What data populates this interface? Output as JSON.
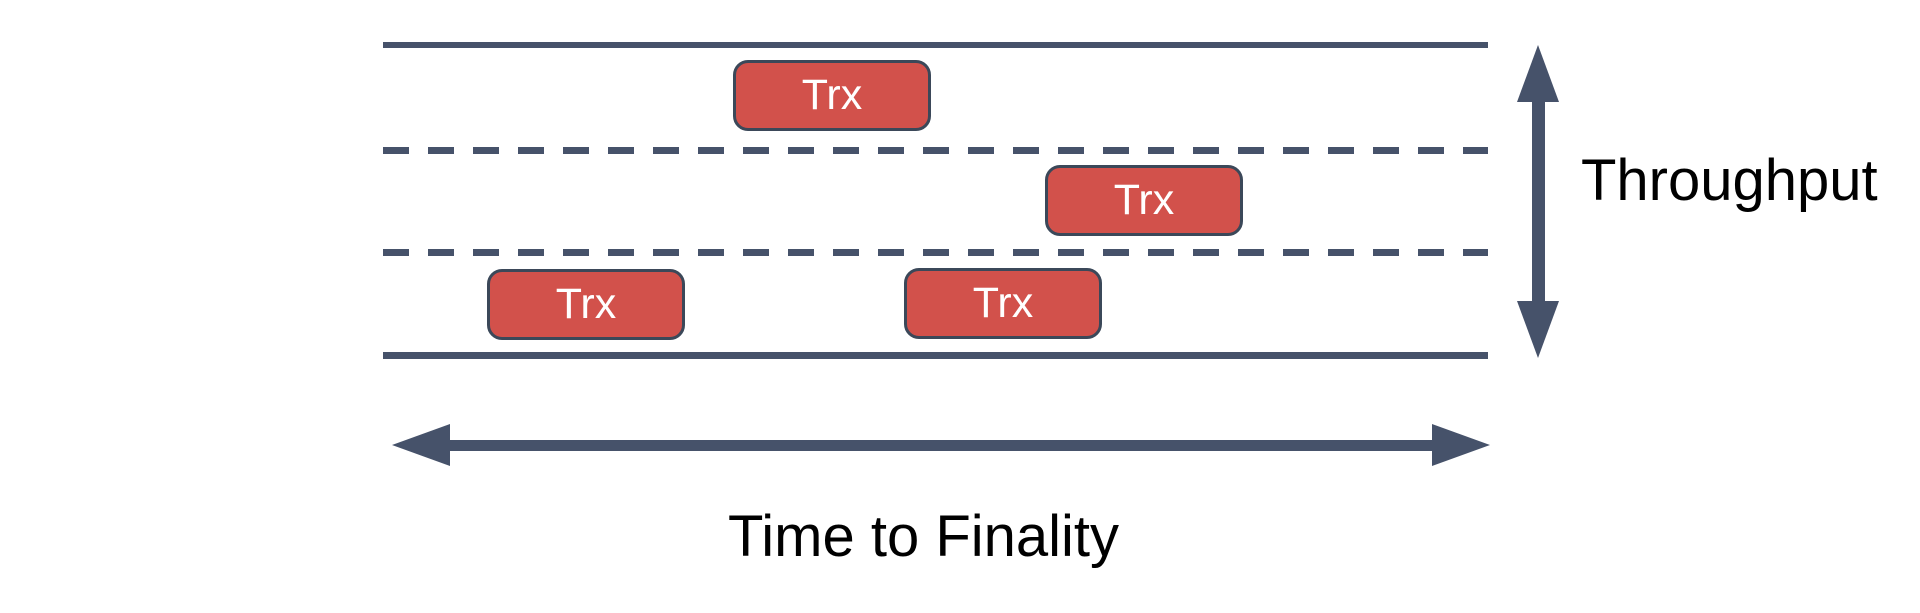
{
  "diagram": {
    "transactions": [
      {
        "label": "Trx"
      },
      {
        "label": "Trx"
      },
      {
        "label": "Trx"
      },
      {
        "label": "Trx"
      }
    ],
    "axes": {
      "vertical_label": "Throughput",
      "horizontal_label": "Time to Finality"
    },
    "lane_count": 3,
    "colors": {
      "line_slate": "#46526A",
      "trx_fill": "#D2514B",
      "trx_border": "#3B4859",
      "trx_text": "#FFFFFF",
      "axis_label_text": "#000000",
      "background": "#FFFFFF"
    }
  }
}
